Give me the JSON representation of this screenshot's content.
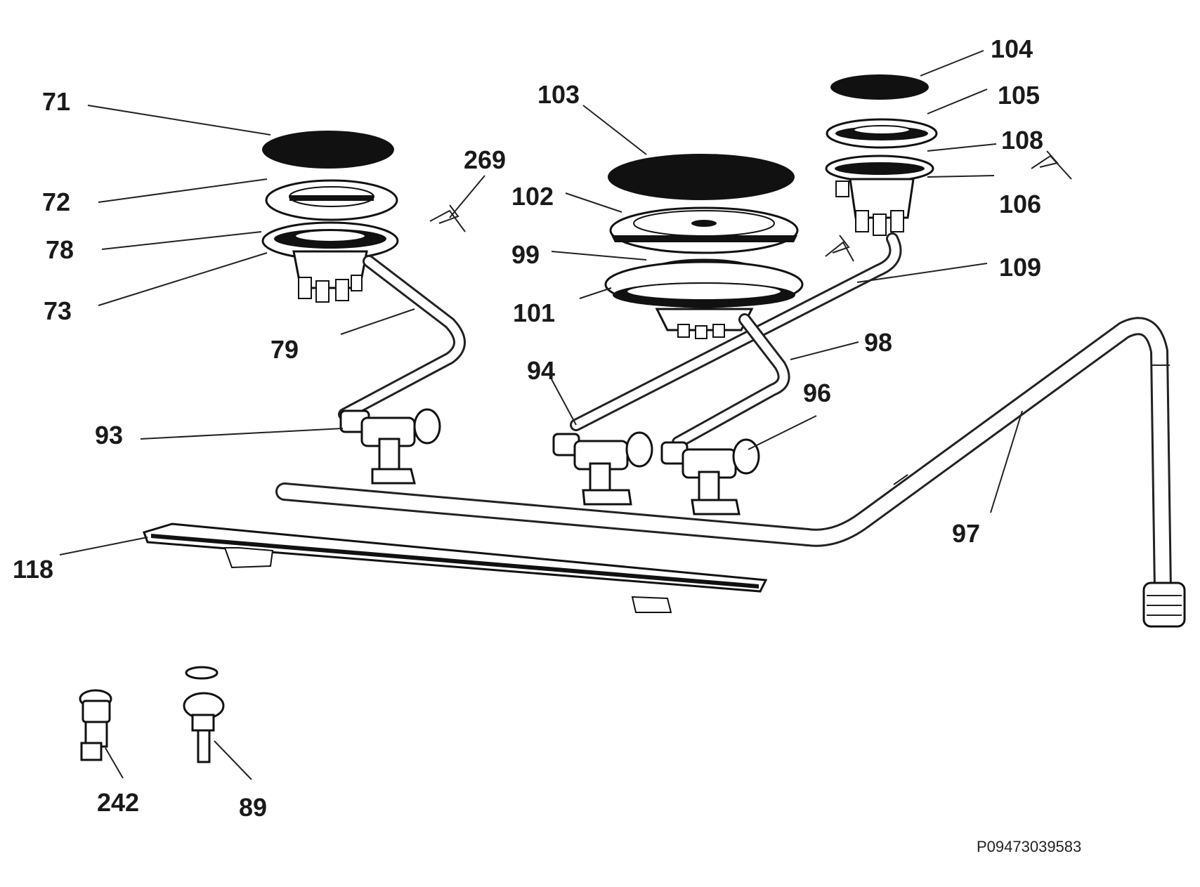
{
  "drawing_code": "P09473039583",
  "callouts": [
    {
      "id": "71",
      "text": "71"
    },
    {
      "id": "72",
      "text": "72"
    },
    {
      "id": "78",
      "text": "78"
    },
    {
      "id": "73",
      "text": "73"
    },
    {
      "id": "79",
      "text": "79"
    },
    {
      "id": "269",
      "text": "269"
    },
    {
      "id": "103",
      "text": "103"
    },
    {
      "id": "102",
      "text": "102"
    },
    {
      "id": "99",
      "text": "99"
    },
    {
      "id": "101",
      "text": "101"
    },
    {
      "id": "104",
      "text": "104"
    },
    {
      "id": "105",
      "text": "105"
    },
    {
      "id": "108",
      "text": "108"
    },
    {
      "id": "106",
      "text": "106"
    },
    {
      "id": "109",
      "text": "109"
    },
    {
      "id": "98",
      "text": "98"
    },
    {
      "id": "94",
      "text": "94"
    },
    {
      "id": "96",
      "text": "96"
    },
    {
      "id": "93",
      "text": "93"
    },
    {
      "id": "97",
      "text": "97"
    },
    {
      "id": "118",
      "text": "118"
    },
    {
      "id": "242",
      "text": "242"
    },
    {
      "id": "89",
      "text": "89"
    }
  ]
}
